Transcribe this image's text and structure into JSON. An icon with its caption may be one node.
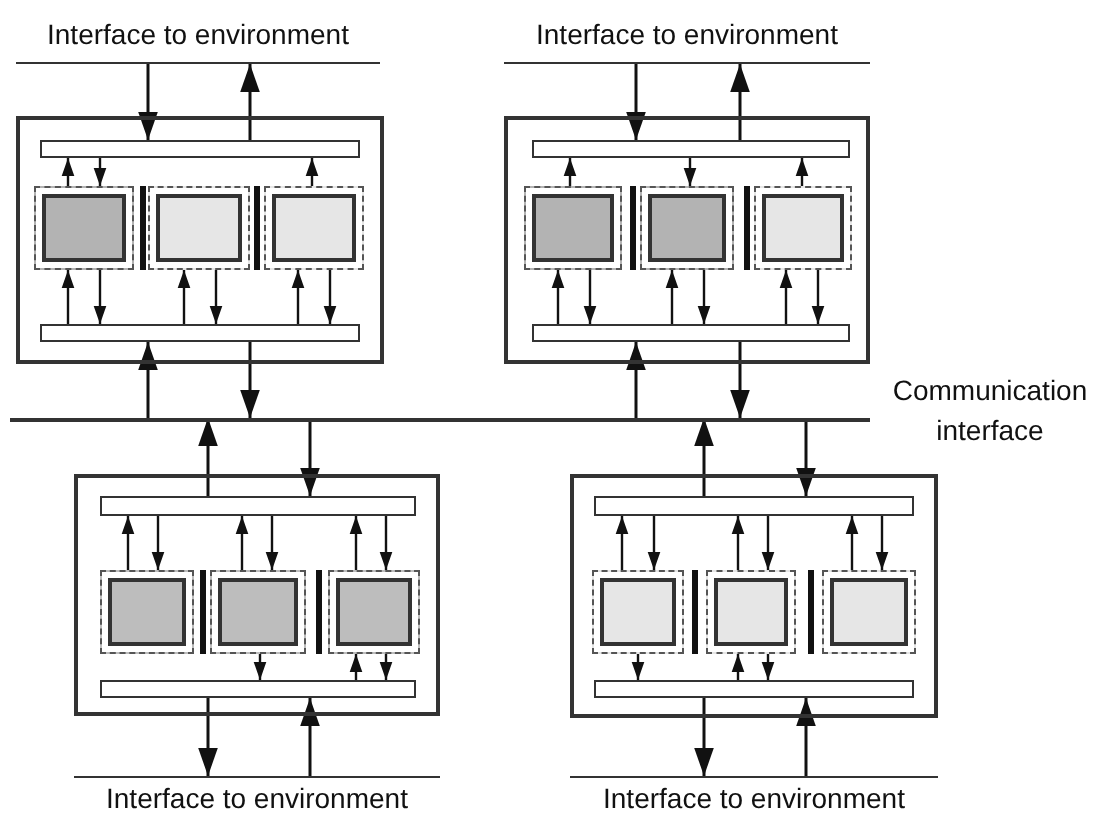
{
  "diagram": {
    "nodes": [
      {
        "text": [
          "Interface to environment"
        ]
      },
      {
        "text": [
          "Interface to environment"
        ]
      },
      {
        "text": [],
        "shape": "box"
      },
      {
        "text": [],
        "shape": "bar",
        "in": 2
      },
      {
        "text": [],
        "shape": "box",
        "in": 2
      },
      {
        "text": [],
        "shape": "box",
        "in": 2
      },
      {
        "text": [],
        "shape": "box",
        "in": 2
      },
      {
        "text": [],
        "shape": "bar",
        "in": 2
      },
      {
        "text": [],
        "shape": "box"
      },
      {
        "text": [],
        "shape": "bar",
        "in": 8
      },
      {
        "text": [],
        "shape": "box",
        "in": 8
      },
      {
        "text": [],
        "shape": "box",
        "in": 8
      },
      {
        "text": [],
        "shape": "box",
        "in": 8
      },
      {
        "text": [],
        "shape": "bar",
        "in": 8
      },
      {
        "text": [
          "Communication interface"
        ]
      },
      {
        "text": [],
        "shape": "box"
      },
      {
        "text": [],
        "shape": "bar",
        "in": 15
      },
      {
        "text": [],
        "shape": "box",
        "in": 15
      },
      {
        "text": [],
        "shape": "box",
        "in": 15
      },
      {
        "text": [],
        "shape": "box",
        "in": 15
      },
      {
        "text": [],
        "shape": "bar",
        "in": 15
      },
      {
        "text": [],
        "shape": "box"
      },
      {
        "text": [],
        "shape": "bar",
        "in": 21
      },
      {
        "text": [],
        "shape": "box",
        "in": 21
      },
      {
        "text": [],
        "shape": "box",
        "in": 21
      },
      {
        "text": [],
        "shape": "box",
        "in": 21
      },
      {
        "text": [],
        "shape": "bar",
        "in": 21
      },
      {
        "text": [
          "Interface to environment"
        ]
      },
      {
        "text": [
          "Interface to environment"
        ]
      }
    ],
    "edges": [
      {
        "from": 0,
        "to": 3,
        "arrow": "to"
      },
      {
        "from": 3,
        "to": 0,
        "arrow": "to"
      },
      {
        "from": 4,
        "to": 3,
        "arrow": "to"
      },
      {
        "from": 3,
        "to": 4,
        "arrow": "to"
      },
      {
        "from": 6,
        "to": 3,
        "arrow": "to"
      },
      {
        "from": 7,
        "to": 4,
        "arrow": "to"
      },
      {
        "from": 4,
        "to": 7,
        "arrow": "to"
      },
      {
        "from": 7,
        "to": 5,
        "arrow": "to"
      },
      {
        "from": 5,
        "to": 7,
        "arrow": "to"
      },
      {
        "from": 7,
        "to": 6,
        "arrow": "to"
      },
      {
        "from": 6,
        "to": 7,
        "arrow": "to"
      },
      {
        "from": 14,
        "to": 7,
        "arrow": "to"
      },
      {
        "from": 7,
        "to": 14,
        "arrow": "to"
      },
      {
        "from": 1,
        "to": 9,
        "arrow": "to"
      },
      {
        "from": 9,
        "to": 1,
        "arrow": "to"
      },
      {
        "from": 10,
        "to": 9,
        "arrow": "to"
      },
      {
        "from": 9,
        "to": 11,
        "arrow": "to"
      },
      {
        "from": 12,
        "to": 9,
        "arrow": "to"
      },
      {
        "from": 13,
        "to": 10,
        "arrow": "to"
      },
      {
        "from": 10,
        "to": 13,
        "arrow": "to"
      },
      {
        "from": 13,
        "to": 11,
        "arrow": "to"
      },
      {
        "from": 11,
        "to": 13,
        "arrow": "to"
      },
      {
        "from": 13,
        "to": 12,
        "arrow": "to"
      },
      {
        "from": 12,
        "to": 13,
        "arrow": "to"
      },
      {
        "from": 14,
        "to": 13,
        "arrow": "to"
      },
      {
        "from": 13,
        "to": 14,
        "arrow": "to"
      },
      {
        "from": 16,
        "to": 14,
        "arrow": "to"
      },
      {
        "from": 14,
        "to": 16,
        "arrow": "to"
      },
      {
        "from": 17,
        "to": 16,
        "arrow": "to"
      },
      {
        "from": 16,
        "to": 17,
        "arrow": "to"
      },
      {
        "from": 18,
        "to": 16,
        "arrow": "to"
      },
      {
        "from": 16,
        "to": 18,
        "arrow": "to"
      },
      {
        "from": 19,
        "to": 16,
        "arrow": "to"
      },
      {
        "from": 16,
        "to": 19,
        "arrow": "to"
      },
      {
        "from": 18,
        "to": 20,
        "arrow": "to"
      },
      {
        "from": 20,
        "to": 19,
        "arrow": "to"
      },
      {
        "from": 19,
        "to": 20,
        "arrow": "to"
      },
      {
        "from": 20,
        "to": 27,
        "arrow": "to"
      },
      {
        "from": 27,
        "to": 20,
        "arrow": "to"
      },
      {
        "from": 22,
        "to": 14,
        "arrow": "to"
      },
      {
        "from": 14,
        "to": 22,
        "arrow": "to"
      },
      {
        "from": 23,
        "to": 22,
        "arrow": "to"
      },
      {
        "from": 22,
        "to": 23,
        "arrow": "to"
      },
      {
        "from": 24,
        "to": 22,
        "arrow": "to"
      },
      {
        "from": 22,
        "to": 24,
        "arrow": "to"
      },
      {
        "from": 25,
        "to": 22,
        "arrow": "to"
      },
      {
        "from": 22,
        "to": 25,
        "arrow": "to"
      },
      {
        "from": 23,
        "to": 26,
        "arrow": "to"
      },
      {
        "from": 26,
        "to": 24,
        "arrow": "to"
      },
      {
        "from": 24,
        "to": 26,
        "arrow": "to"
      },
      {
        "from": 26,
        "to": 28,
        "arrow": "to"
      },
      {
        "from": 28,
        "to": 26,
        "arrow": "to"
      }
    ]
  }
}
